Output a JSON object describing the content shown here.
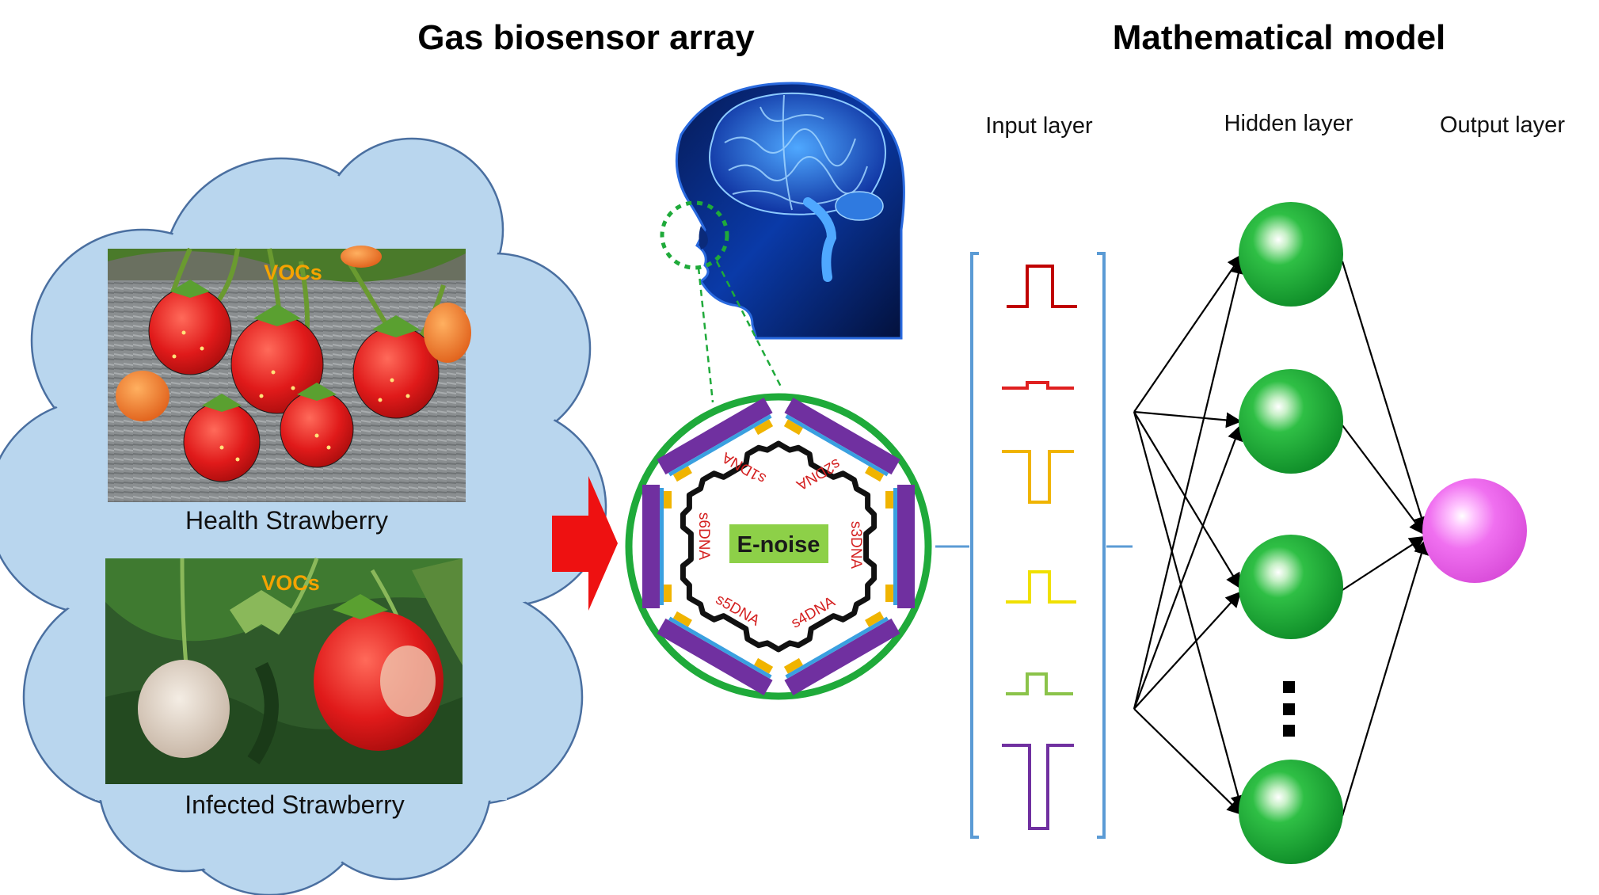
{
  "titles": {
    "left": "Gas biosensor array",
    "right": "Mathematical model"
  },
  "layers": {
    "input": "Input layer",
    "hidden": "Hidden layer",
    "output": "Output layer"
  },
  "samples": [
    {
      "caption": "Health Strawberry",
      "vocs": "VOCs"
    },
    {
      "caption": "Infected Strawberry",
      "vocs": "VOCs"
    }
  ],
  "sensor": {
    "center_label": "E-noise",
    "dna_labels": [
      "s1DNA",
      "s2DNA",
      "s3DNA",
      "s4DNA",
      "s5DNA",
      "s6DNA"
    ]
  },
  "colors": {
    "cloud": "#b9d6ee",
    "arrow": "#ee1111",
    "sensor_ring": "#1faa3a",
    "enoise_box": "#8dd048",
    "bracket": "#5b9bd5",
    "hidden_node": "#21a63a",
    "output_node": "#ee66ee",
    "signals": [
      "#c00000",
      "#e02020",
      "#f0b400",
      "#f0e000",
      "#8bc34a",
      "#7030a0"
    ]
  }
}
